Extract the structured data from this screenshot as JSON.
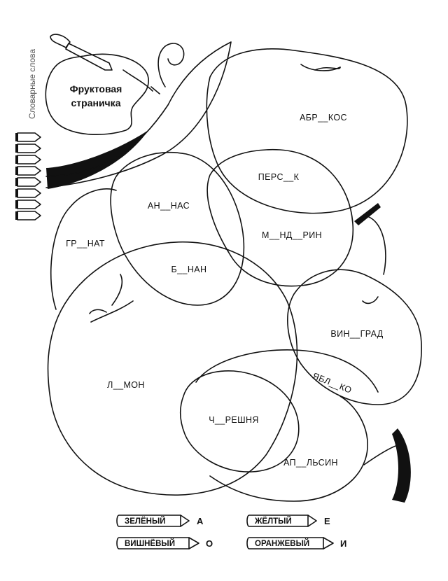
{
  "header": {
    "title_line1": "Фруктовая",
    "title_line2": "страничка",
    "side_label": "Словарные слова"
  },
  "fruits": {
    "apricot": "АБР__КОС",
    "peach": "ПЕРС__К",
    "pineapple": "АН__НАС",
    "mandarin": "М__НД__РИН",
    "pomegranate": "ГР__НАТ",
    "banana": "Б__НАН",
    "grape": "ВИН__ГРАД",
    "apple": "ЯБЛ__КО",
    "lemon": "Л__МОН",
    "cherry": "Ч__РЕШНЯ",
    "orange": "АП__ЛЬСИН"
  },
  "legend": [
    {
      "word": "ЗЕЛЁНЫЙ",
      "letter": "А"
    },
    {
      "word": "ЖЁЛТЫЙ",
      "letter": "Е"
    },
    {
      "word": "ВИШНЁВЫЙ",
      "letter": "О"
    },
    {
      "word": "ОРАНЖЕВЫЙ",
      "letter": "И"
    }
  ]
}
